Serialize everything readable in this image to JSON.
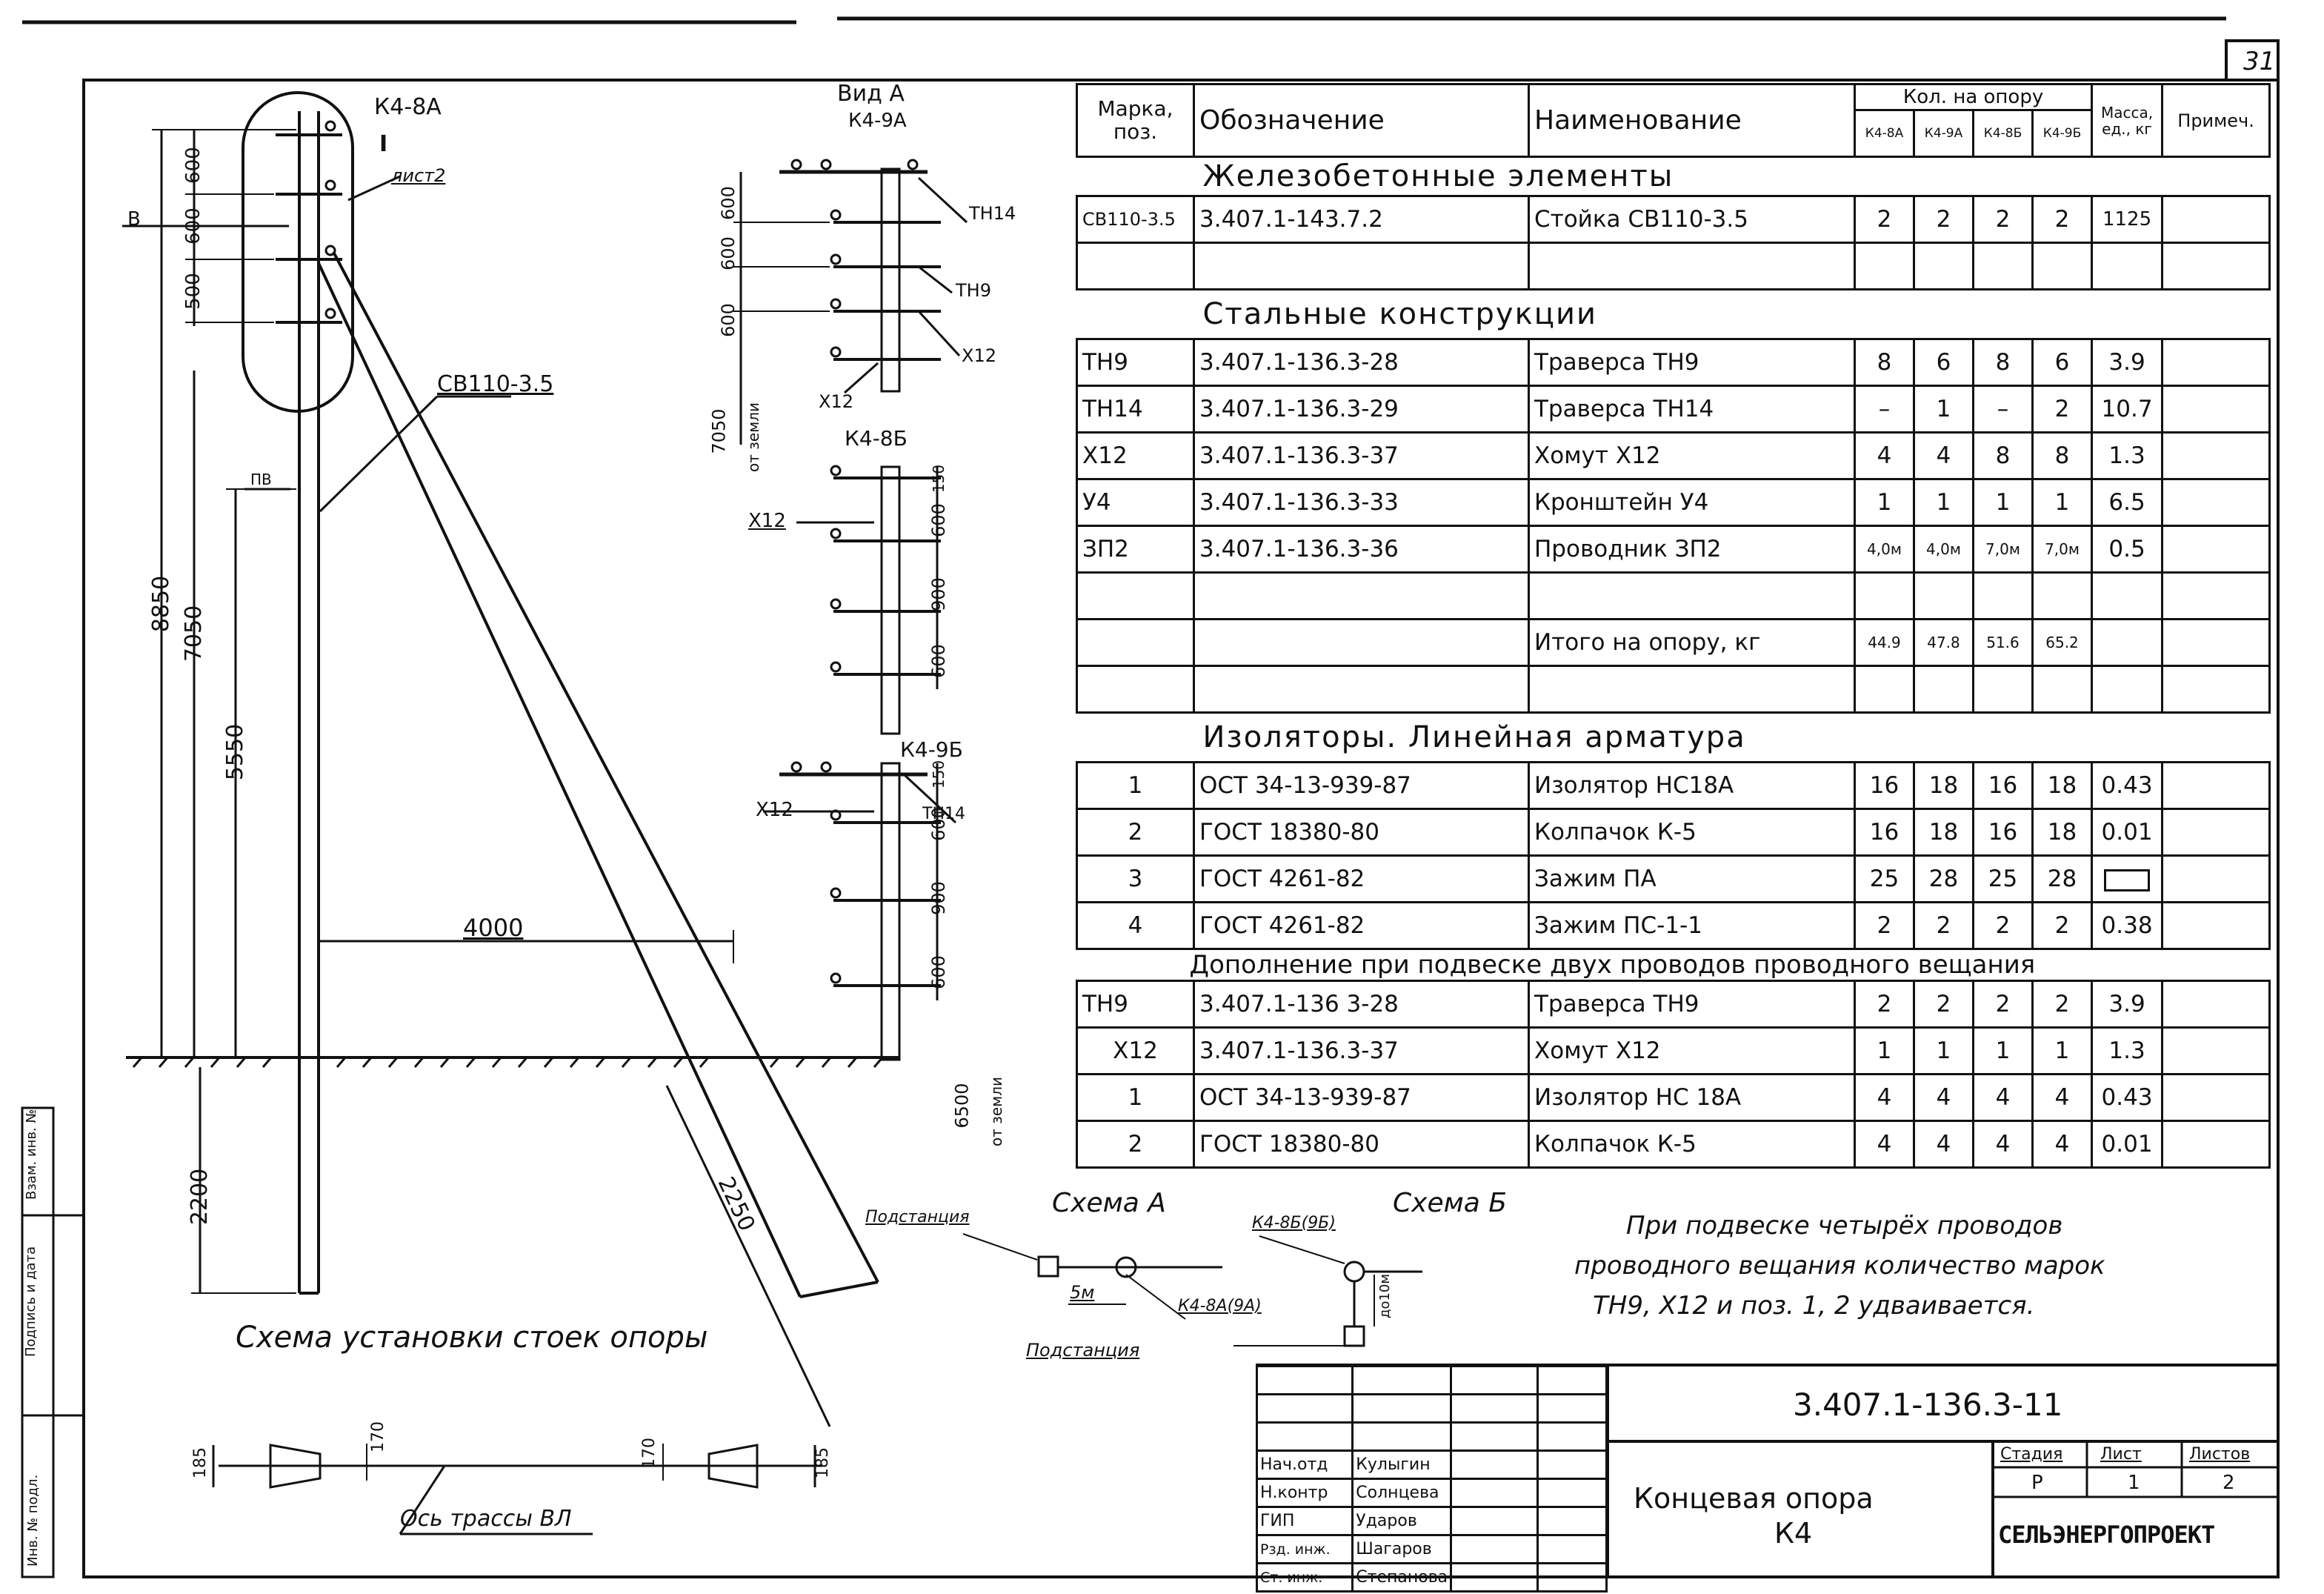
{
  "sheet": {
    "number": "31"
  },
  "drawing": {
    "top_tag": "К4-8А",
    "sheet_ref_mark": "I",
    "sheet_ref": "лист2",
    "section_mark": "В",
    "pole_label": "СВ110-3.5",
    "pv_label": "ПВ",
    "dims": {
      "d600a": "600",
      "d600b": "600",
      "d500": "500",
      "d8850": "8850",
      "d7050": "7050",
      "d5550": "5550",
      "d2200": "2200",
      "d4000": "4000",
      "d2250": "2250"
    },
    "caption": "Схема установки стоек опоры"
  },
  "views": {
    "title": "Вид А",
    "k49a": "К4-9А",
    "k48b": "К4-8Б",
    "k49b": "К4-9Б",
    "tn14": "ТН14",
    "tn9": "ТН9",
    "x12": "Х12",
    "dims": {
      "v600": "600",
      "v900": "900",
      "v150": "150",
      "h7050": "7050",
      "h6500": "6500",
      "from_ground": "от земли"
    }
  },
  "axis_plan": {
    "label": "Ось трассы ВЛ",
    "d185": "185",
    "d170": "170"
  },
  "schemes": {
    "a_title": "Схема А",
    "b_title": "Схема Б",
    "substation": "Подстанция",
    "dist_5m": "5м",
    "k48a9a": "К4-8А(9А)",
    "k48b9b": "К4-8Б(9Б)",
    "dist_10m": "до10м"
  },
  "note": {
    "lines": [
      "При подвеске четырёх проводов",
      "проводного вещания количество марок",
      "ТН9, Х12 и поз. 1, 2 удваивается."
    ]
  },
  "table": {
    "headers": {
      "mark": "Марка, поз.",
      "designation": "Обозначение",
      "name": "Наименование",
      "qty": "Кол. на опору",
      "k48a": "К4-8А",
      "k49a": "К4-9А",
      "k48b": "К4-8Б",
      "k49b": "К4-9Б",
      "mass": "Масса, ед., кг",
      "note": "Примеч."
    },
    "sections": {
      "rc": "Железобетонные элементы",
      "steel": "Стальные конструкции",
      "insul": "Изоляторы. Линейная арматура",
      "extra": "Дополнение при подвеске двух проводов проводного вещания"
    },
    "rc_rows": [
      {
        "mark": "СВ110-3.5",
        "des": "3.407.1-143.7.2",
        "name": "Стойка СВ110-3.5",
        "q1": "2",
        "q2": "2",
        "q3": "2",
        "q4": "2",
        "mass": "1125"
      }
    ],
    "steel_rows": [
      {
        "mark": "ТН9",
        "des": "3.407.1-136.3-28",
        "name": "Траверса ТН9",
        "q1": "8",
        "q2": "6",
        "q3": "8",
        "q4": "6",
        "mass": "3.9"
      },
      {
        "mark": "ТН14",
        "des": "3.407.1-136.3-29",
        "name": "Траверса ТН14",
        "q1": "–",
        "q2": "1",
        "q3": "–",
        "q4": "2",
        "mass": "10.7"
      },
      {
        "mark": "Х12",
        "des": "3.407.1-136.3-37",
        "name": "Хомут Х12",
        "q1": "4",
        "q2": "4",
        "q3": "8",
        "q4": "8",
        "mass": "1.3"
      },
      {
        "mark": "У4",
        "des": "3.407.1-136.3-33",
        "name": "Кронштейн У4",
        "q1": "1",
        "q2": "1",
        "q3": "1",
        "q4": "1",
        "mass": "6.5"
      },
      {
        "mark": "ЗП2",
        "des": "3.407.1-136.3-36",
        "name": "Проводник ЗП2",
        "q1": "4,0м",
        "q2": "4,0м",
        "q3": "7,0м",
        "q4": "7,0м",
        "mass": "0.5"
      }
    ],
    "total": {
      "name": "Итого на опору, кг",
      "q1": "44.9",
      "q2": "47.8",
      "q3": "51.6",
      "q4": "65.2"
    },
    "insul_rows": [
      {
        "mark": "1",
        "des": "ОСТ 34-13-939-87",
        "name": "Изолятор НС18А",
        "q1": "16",
        "q2": "18",
        "q3": "16",
        "q4": "18",
        "mass": "0.43"
      },
      {
        "mark": "2",
        "des": "ГОСТ 18380-80",
        "name": "Колпачок К-5",
        "q1": "16",
        "q2": "18",
        "q3": "16",
        "q4": "18",
        "mass": "0.01"
      },
      {
        "mark": "3",
        "des": "ГОСТ 4261-82",
        "name": "Зажим ПА",
        "q1": "25",
        "q2": "28",
        "q3": "25",
        "q4": "28",
        "mass": ""
      },
      {
        "mark": "4",
        "des": "ГОСТ 4261-82",
        "name": "Зажим ПС-1-1",
        "q1": "2",
        "q2": "2",
        "q3": "2",
        "q4": "2",
        "mass": "0.38"
      }
    ],
    "extra_rows": [
      {
        "mark": "ТН9",
        "des": "3.407.1-136 3-28",
        "name": "Траверса ТН9",
        "q1": "2",
        "q2": "2",
        "q3": "2",
        "q4": "2",
        "mass": "3.9"
      },
      {
        "mark": "Х12",
        "des": "3.407.1-136.3-37",
        "name": "Хомут Х12",
        "q1": "1",
        "q2": "1",
        "q3": "1",
        "q4": "1",
        "mass": "1.3"
      },
      {
        "mark": "1",
        "des": "ОСТ 34-13-939-87",
        "name": "Изолятор НС 18А",
        "q1": "4",
        "q2": "4",
        "q3": "4",
        "q4": "4",
        "mass": "0.43"
      },
      {
        "mark": "2",
        "des": "ГОСТ 18380-80",
        "name": "Колпачок К-5",
        "q1": "4",
        "q2": "4",
        "q3": "4",
        "q4": "4",
        "mass": "0.01"
      }
    ]
  },
  "side_stamp": [
    "Инв. № подл.",
    "Подпись и дата",
    "Взам. инв. №"
  ],
  "title_block": {
    "doc_code": "3.407.1-136.3-11",
    "title_line1": "Концевая опора",
    "title_line2": "К4",
    "stage_h": "Стадия",
    "sheet_h": "Лист",
    "sheets_h": "Листов",
    "stage": "Р",
    "sheet": "1",
    "sheets": "2",
    "org": "СЕЛЬЭНЕРГОПРОЕКТ",
    "people": [
      {
        "role": "Нач.отд",
        "name": "Кулыгин"
      },
      {
        "role": "Н.контр",
        "name": "Солнцева"
      },
      {
        "role": "ГИП",
        "name": "Ударов"
      },
      {
        "role": "Рзд. инж.",
        "name": "Шагаров"
      },
      {
        "role": "Ст. инж.",
        "name": "Степанова"
      }
    ]
  }
}
